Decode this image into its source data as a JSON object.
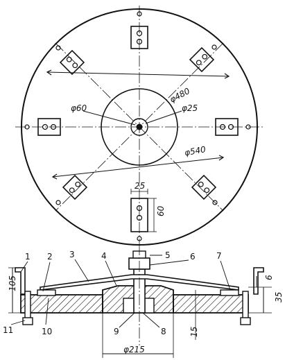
{
  "plan_view": {
    "dimensions": {
      "d60": "φ60",
      "d480": "φ480",
      "d25": "φ25",
      "d540": "φ540",
      "w25": "25",
      "h60": "60"
    }
  },
  "section_view": {
    "dimensions": {
      "h105": "105",
      "h6": "6",
      "h35": "35",
      "t15": "15",
      "d215": "φ215"
    },
    "part_labels": [
      "1",
      "2",
      "3",
      "4",
      "5",
      "6",
      "7",
      "8",
      "9",
      "10",
      "11"
    ]
  },
  "colors": {
    "ink": "#111111",
    "paper": "#ffffff"
  }
}
